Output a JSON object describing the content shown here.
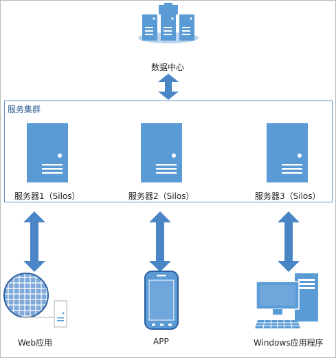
{
  "data_center": {
    "label": "数据中心"
  },
  "cluster": {
    "title": "服务集群",
    "servers": [
      {
        "label": "服务器1（Silos）"
      },
      {
        "label": "服务器2（Silos）"
      },
      {
        "label": "服务器3（Silos）"
      }
    ]
  },
  "clients": [
    {
      "label": "Web应用",
      "icon": "globe-web-server-icon"
    },
    {
      "label": "APP",
      "icon": "smartphone-icon"
    },
    {
      "label": "Windows应用程序",
      "icon": "desktop-computer-icon"
    }
  ],
  "colors": {
    "primary_blue": "#5b9bd5",
    "arrow_blue": "#4a86c5",
    "border_blue": "#5b8ec7",
    "dark_blue": "#2e5f9e"
  }
}
